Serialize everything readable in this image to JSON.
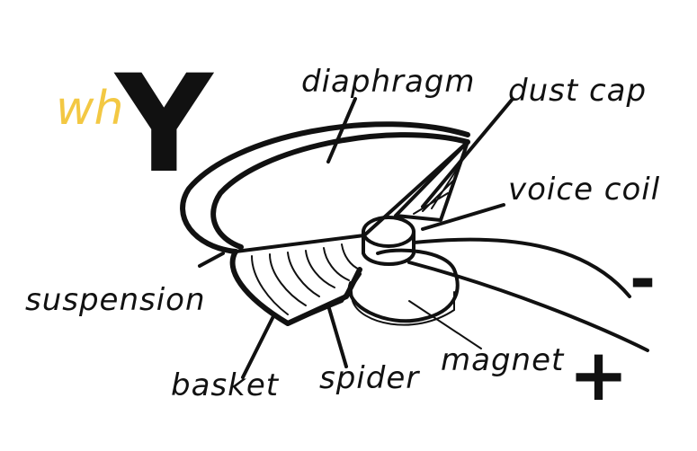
{
  "logo": {
    "prefix": "wh",
    "suffix": "Y",
    "prefix_color": "#f3c843",
    "suffix_color": "#111111"
  },
  "labels": {
    "diaphragm": "diaphragm",
    "dust_cap": "dust cap",
    "voice_coil": "voice coil",
    "suspension": "suspension",
    "basket": "basket",
    "spider": "spider",
    "magnet": "magnet",
    "minus": "-",
    "plus": "+"
  }
}
